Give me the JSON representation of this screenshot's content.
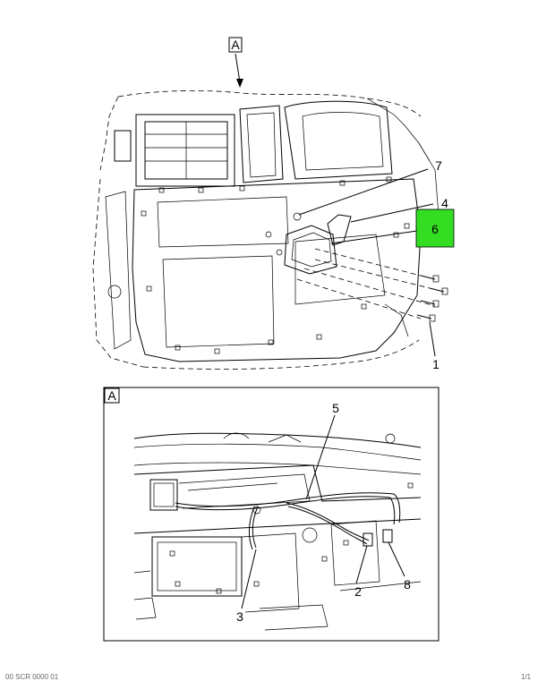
{
  "view_label_top": "A",
  "view_label_inset": "A",
  "callouts": {
    "c1": "1",
    "c2": "2",
    "c3": "3",
    "c4": "4",
    "c5": "5",
    "c6": "6",
    "c7": "7",
    "c8": "8"
  },
  "colors": {
    "highlight": "#33dd22",
    "line": "#000000",
    "footer_text": "#666666"
  },
  "footer": {
    "left": "00 SCR 0000 01",
    "right": "1/1"
  }
}
